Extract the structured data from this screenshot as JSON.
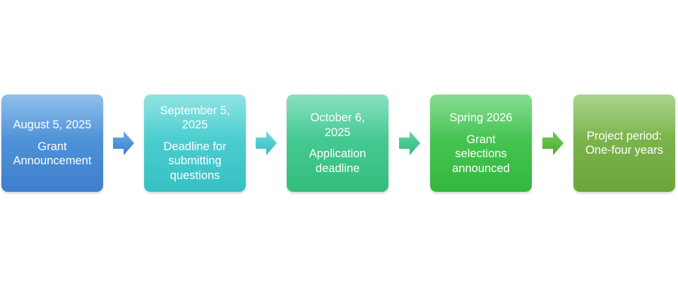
{
  "colors": {
    "step1": "#4a8fd6",
    "step2": "#45cbcd",
    "step3": "#43c78e",
    "step4": "#3fc14b",
    "step5": "#78b248",
    "arrow1": "#4a8fd6",
    "arrow2": "#45cbcd",
    "arrow3": "#43c78e",
    "arrow4": "#5cbf3e"
  },
  "steps": [
    {
      "date": "August 5, 2025",
      "label": "Grant Announcement"
    },
    {
      "date_line1": "September 5,",
      "date_line2": "2025",
      "label_line1": "Deadline for",
      "label_line2": "submitting",
      "label_line3": "questions"
    },
    {
      "date_line1": "October 6,",
      "date_line2": "2025",
      "label_line1": "Application",
      "label_line2": "deadline"
    },
    {
      "date": "Spring 2026",
      "label_line1": "Grant",
      "label_line2": "selections",
      "label_line3": "announced"
    },
    {
      "label_line1": "Project period:",
      "label_line2": "One-four years"
    }
  ]
}
